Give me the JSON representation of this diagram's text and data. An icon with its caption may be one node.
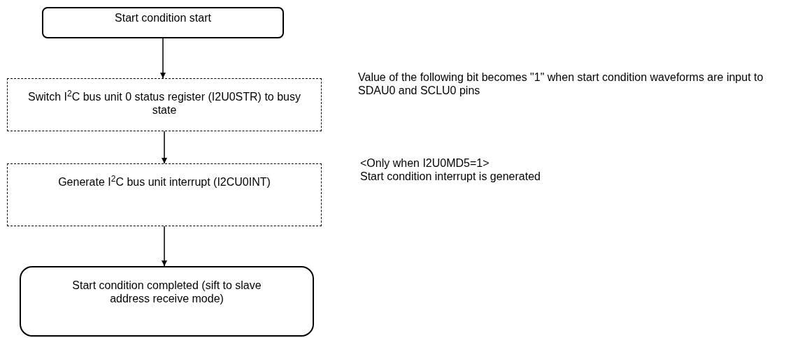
{
  "diagram": {
    "nodes": [
      {
        "text": [
          "Start condition start"
        ]
      },
      {
        "text": [
          "Switch I$^{2}$C bus unit 0 status register (I2U0STR) to busy state"
        ],
        "beside": [
          "Value of the following bit becomes \"1\" when start condition waveforms are input to SDAU0 and SCLU0 pins"
        ]
      },
      {
        "text": [
          "Generate I$^{2}$C bus unit interrupt (I2CU0INT)"
        ],
        "beside": [
          "<Only when I2U0MD5=1>",
          "Start condition interrupt is generated"
        ]
      },
      {
        "text": [
          "Start condition completed (sift to slave address receive mode)"
        ]
      }
    ],
    "edges": [
      {
        "from": 0,
        "to": 1,
        "arrow": "to"
      },
      {
        "from": 1,
        "to": 2,
        "arrow": "to"
      },
      {
        "from": 2,
        "to": 3,
        "arrow": "to"
      }
    ]
  }
}
